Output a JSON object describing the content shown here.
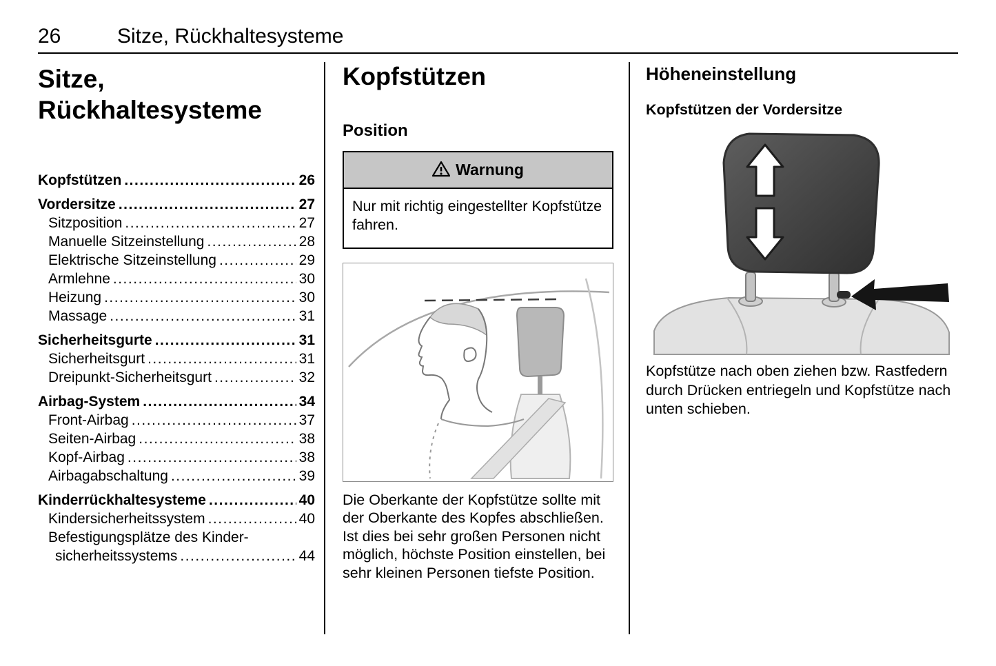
{
  "page": {
    "number": "26",
    "header_title": "Sitze, Rückhaltesysteme"
  },
  "left_column": {
    "title_line1": "Sitze,",
    "title_line2": "Rückhaltesysteme",
    "toc": [
      {
        "label": "Kopfstützen",
        "page": "26",
        "level": 0
      },
      {
        "label": "Vordersitze",
        "page": "27",
        "level": 0
      },
      {
        "label": "Sitzposition",
        "page": "27",
        "level": 1
      },
      {
        "label": "Manuelle Sitzeinstellung",
        "page": "28",
        "level": 1
      },
      {
        "label": "Elektrische Sitzeinstellung",
        "page": "29",
        "level": 1
      },
      {
        "label": "Armlehne",
        "page": "30",
        "level": 1
      },
      {
        "label": "Heizung",
        "page": "30",
        "level": 1
      },
      {
        "label": "Massage",
        "page": "31",
        "level": 1
      },
      {
        "label": "Sicherheitsgurte",
        "page": "31",
        "level": 0
      },
      {
        "label": "Sicherheitsgurt",
        "page": "31",
        "level": 1
      },
      {
        "label": "Dreipunkt-Sicherheitsgurt",
        "page": "32",
        "level": 1
      },
      {
        "label": "Airbag-System",
        "page": "34",
        "level": 0
      },
      {
        "label": "Front-Airbag",
        "page": "37",
        "level": 1
      },
      {
        "label": "Seiten-Airbag",
        "page": "38",
        "level": 1
      },
      {
        "label": "Kopf-Airbag",
        "page": "38",
        "level": 1
      },
      {
        "label": "Airbagabschaltung",
        "page": "39",
        "level": 1
      },
      {
        "label": "Kinderrückhaltesysteme",
        "page": "40",
        "level": 0
      },
      {
        "label": "Kindersicherheitssystem",
        "page": "40",
        "level": 1
      },
      {
        "label": "Befestigungsplätze des Kinder-",
        "page": "",
        "level": 1
      },
      {
        "label": "sicherheitssystems",
        "page": "44",
        "level": 2
      }
    ]
  },
  "middle_column": {
    "heading": "Kopfstützen",
    "subheading": "Position",
    "warning": {
      "title": "Warnung",
      "body": "Nur mit richtig eingestellter Kopfstütze fahren."
    },
    "body": "Die Oberkante der Kopfstütze sollte mit der Oberkante des Kopfes abschließen. Ist dies bei sehr großen Personen nicht möglich, höchste Position einstellen, bei sehr kleinen Personen tiefste Position."
  },
  "right_column": {
    "heading": "Höheneinstellung",
    "subheading": "Kopfstützen der Vordersitze",
    "body": "Kopfstütze nach oben ziehen bzw. Rastfedern durch Drücken entriegeln und Kopfstütze nach unten schieben."
  },
  "icons": {
    "warning": "warning-triangle-icon",
    "headrest_up": "up-arrow-icon",
    "headrest_down": "down-arrow-icon",
    "release_pointer": "release-pointer-arrow-icon"
  }
}
